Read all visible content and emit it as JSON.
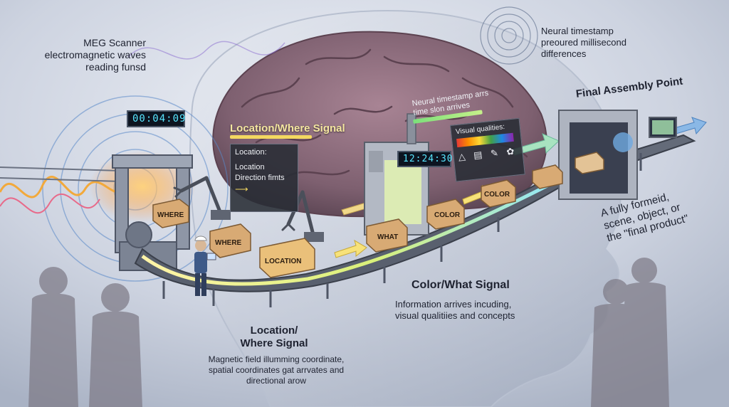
{
  "scanner": {
    "lines": [
      "MEG Scanner",
      "electromagnetic waves",
      "reading funsd"
    ],
    "clock": "00:04:09"
  },
  "timestamp_note": {
    "lines": [
      "Neural timestamp",
      "preoured millisecond",
      "differences"
    ]
  },
  "final_assembly": {
    "title": "Final Assembly Point",
    "lines": [
      "A fully formeid,",
      "scene, object, or",
      "the \"final product\""
    ]
  },
  "location_panel": {
    "title": "Location/Where Signal",
    "lines": [
      "Location:",
      "Location",
      "Direction fimts"
    ]
  },
  "station": {
    "note_lines": [
      "Neural timestamp arrs",
      "time slon arrives"
    ],
    "clock": "12:24:30",
    "visual_title": "Visual qualities:"
  },
  "boxes": [
    "WHERE",
    "WHERE",
    "LOCATION",
    "WHAT",
    "COLOR",
    "COLOR"
  ],
  "color_signal": {
    "title": "Color/What Signal",
    "lines": [
      "Information arrives incuding,",
      "visual qualitiies and concepts"
    ]
  },
  "where_signal": {
    "title_lines": [
      "Location/",
      "Where Signal"
    ],
    "lines": [
      "Magnetic field illumming coordinate,",
      "spatial coordinates gat arrvates and",
      "directional arow"
    ]
  },
  "colors": {
    "background": "#c9cfdc",
    "brain": "#8c6e7c",
    "conveyor_glow": "#f3e27a",
    "wave": "#f2a93b",
    "screen": "#58e6ff"
  },
  "icons": [
    "brain-icon",
    "wave-rings-icon",
    "robot-arm-icon",
    "worker-icon",
    "spectrum-icon"
  ]
}
